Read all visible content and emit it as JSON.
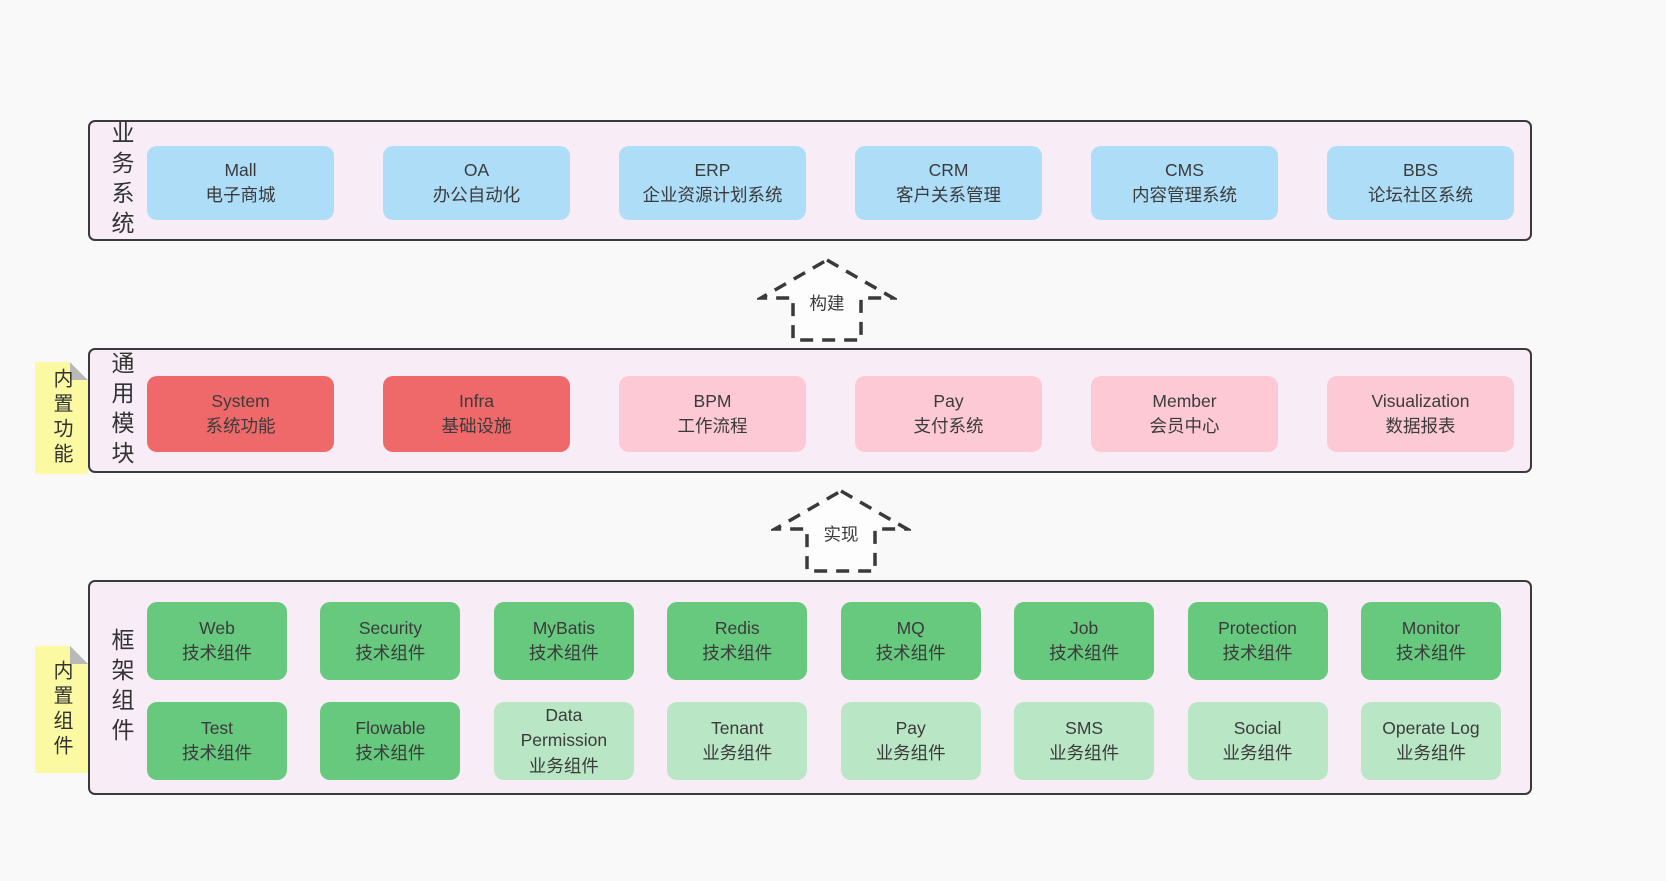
{
  "colors": {
    "page_bg": "#f9f9f9",
    "band_bg": "#f8edf6",
    "band_border": "#3a3a3a",
    "blue_box": "#aeddf8",
    "red_box": "#ef696a",
    "pink_box": "#fcc9d4",
    "green_box": "#66c97e",
    "light_green_box": "#b9e6c4",
    "sticky_yellow": "#fbf9a1",
    "sticky_fold_gray": "#b9b9b9",
    "text": "#3b3b3b"
  },
  "arrows": [
    {
      "label": "构建"
    },
    {
      "label": "实现"
    }
  ],
  "bands": [
    {
      "label": "业务系统",
      "boxes": [
        {
          "title": "Mall",
          "subtitle": "电子商城"
        },
        {
          "title": "OA",
          "subtitle": "办公自动化"
        },
        {
          "title": "ERP",
          "subtitle": "企业资源计划系统"
        },
        {
          "title": "CRM",
          "subtitle": "客户关系管理"
        },
        {
          "title": "CMS",
          "subtitle": "内容管理系统"
        },
        {
          "title": "BBS",
          "subtitle": "论坛社区系统"
        }
      ]
    },
    {
      "label": "通用模块",
      "sticky": "内置功能",
      "boxes": [
        {
          "title": "System",
          "subtitle": "系统功能"
        },
        {
          "title": "Infra",
          "subtitle": "基础设施"
        },
        {
          "title": "BPM",
          "subtitle": "工作流程"
        },
        {
          "title": "Pay",
          "subtitle": "支付系统"
        },
        {
          "title": "Member",
          "subtitle": "会员中心"
        },
        {
          "title": "Visualization",
          "subtitle": "数据报表"
        }
      ]
    },
    {
      "label": "框架组件",
      "sticky": "内置组件",
      "rows": [
        [
          {
            "title": "Web",
            "subtitle": "技术组件"
          },
          {
            "title": "Security",
            "subtitle": "技术组件"
          },
          {
            "title": "MyBatis",
            "subtitle": "技术组件"
          },
          {
            "title": "Redis",
            "subtitle": "技术组件"
          },
          {
            "title": "MQ",
            "subtitle": "技术组件"
          },
          {
            "title": "Job",
            "subtitle": "技术组件"
          },
          {
            "title": "Protection",
            "subtitle": "技术组件"
          },
          {
            "title": "Monitor",
            "subtitle": "技术组件"
          }
        ],
        [
          {
            "title": "Test",
            "subtitle": "技术组件"
          },
          {
            "title": "Flowable",
            "subtitle": "技术组件"
          },
          {
            "title": "Data Permission",
            "subtitle": "业务组件"
          },
          {
            "title": "Tenant",
            "subtitle": "业务组件"
          },
          {
            "title": "Pay",
            "subtitle": "业务组件"
          },
          {
            "title": "SMS",
            "subtitle": "业务组件"
          },
          {
            "title": "Social",
            "subtitle": "业务组件"
          },
          {
            "title": "Operate Log",
            "subtitle": "业务组件"
          }
        ]
      ]
    }
  ]
}
